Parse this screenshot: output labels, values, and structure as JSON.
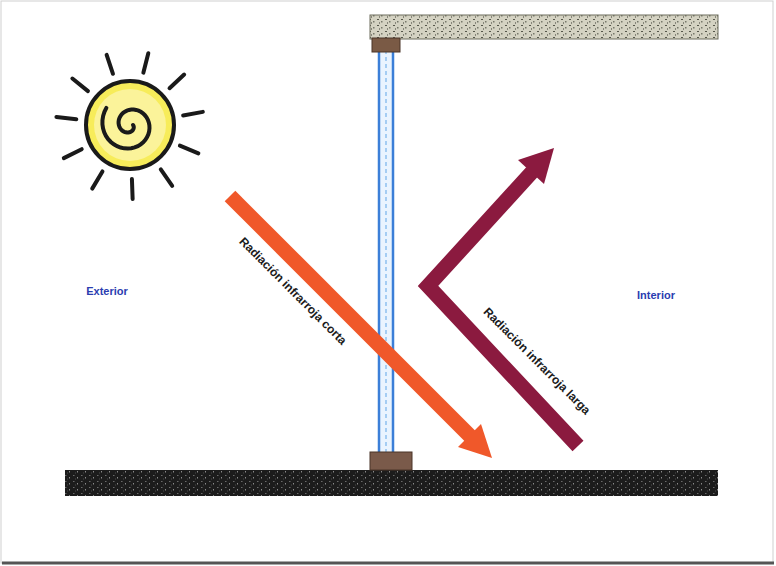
{
  "diagram": {
    "labels": [
      "Exterior",
      "Interior",
      "Radiación infrarroja corta",
      "Radiación infrarroja larga"
    ]
  }
}
